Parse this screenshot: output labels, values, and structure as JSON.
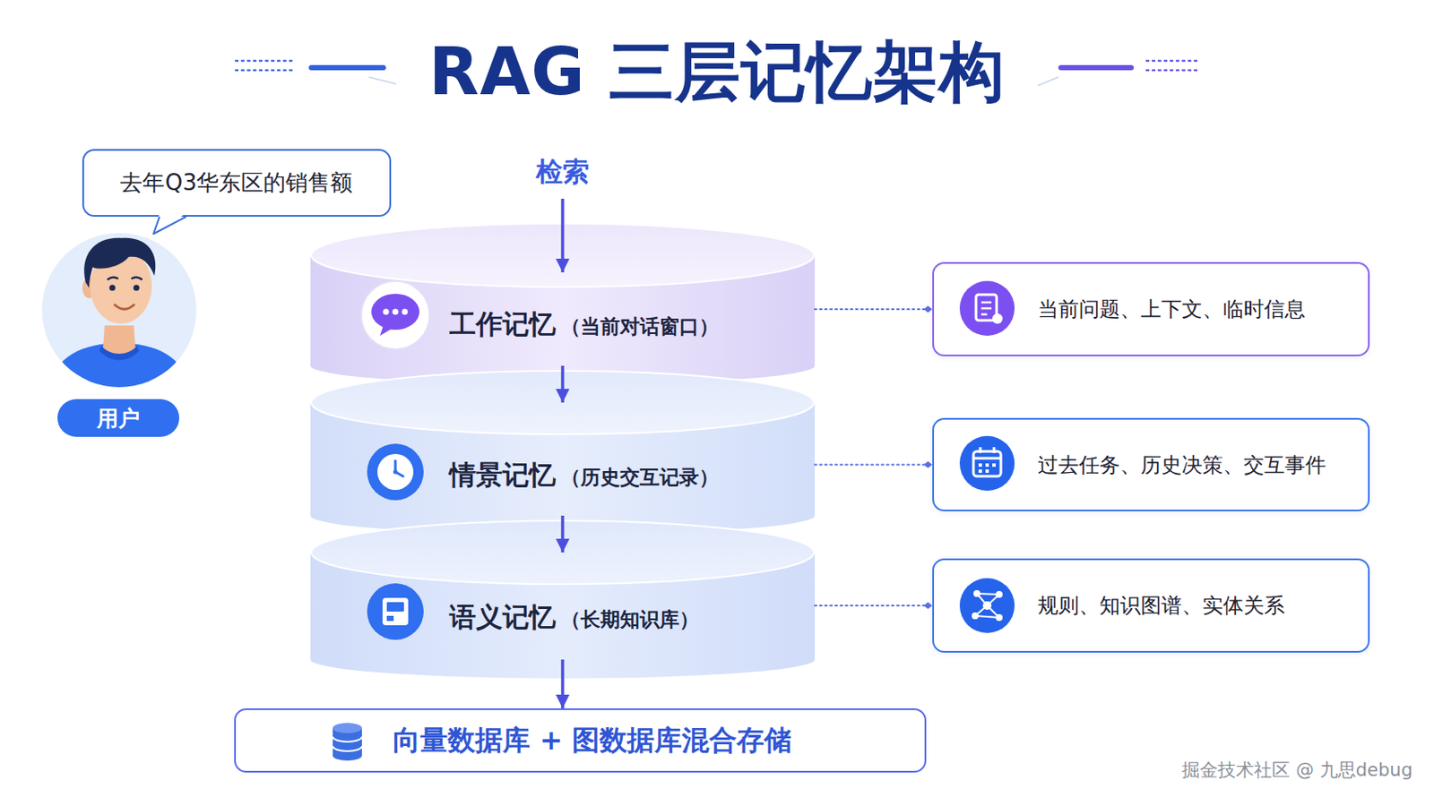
{
  "diagram": {
    "title": "RAG 三层记忆架构",
    "nodes": [
      {
        "text": [
          "去年Q3华东区的销售额"
        ]
      },
      {
        "text": [
          "用户"
        ]
      },
      {
        "text": [
          "工作记忆",
          "（当前对话窗口）"
        ]
      },
      {
        "text": [
          "情景记忆",
          "（历史交互记录）"
        ]
      },
      {
        "text": [
          "语义记忆",
          "（长期知识库）"
        ]
      },
      {
        "text": [
          "当前问题、上下文、临时信息"
        ]
      },
      {
        "text": [
          "过去任务、历史决策、交互事件"
        ]
      },
      {
        "text": [
          "规则、知识图谱、实体关系"
        ]
      },
      {
        "text": [
          "向量数据库 + 图数据库混合存储"
        ]
      }
    ],
    "edges": [
      {
        "from": 2,
        "to": 3,
        "arrow": "to"
      },
      {
        "from": 3,
        "to": 4,
        "arrow": "to"
      },
      {
        "from": 4,
        "to": 8,
        "arrow": "to"
      },
      {
        "from": 2,
        "to": 5,
        "arrow": "to"
      },
      {
        "from": 3,
        "to": 6,
        "arrow": "to"
      },
      {
        "from": 4,
        "to": 7,
        "arrow": "to"
      }
    ],
    "labels": [
      "检索",
      "掘金技术社区 @ 九思debug"
    ]
  }
}
